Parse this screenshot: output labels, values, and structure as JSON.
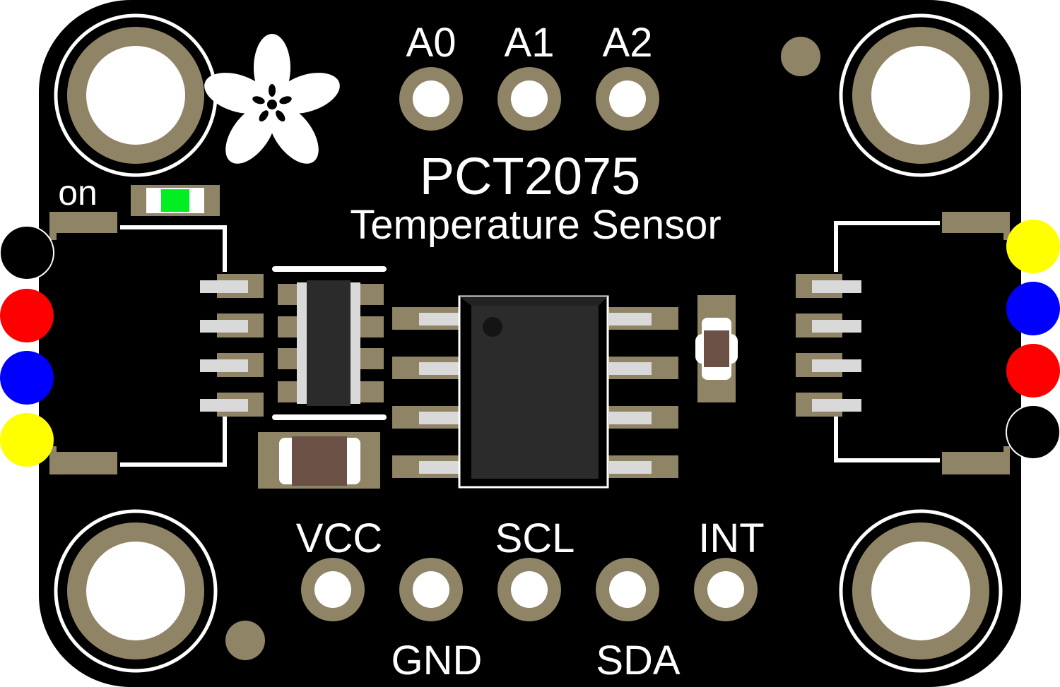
{
  "board": {
    "title": "PCT2075",
    "subtitle": "Temperature Sensor",
    "power_led_label": "on",
    "address_pins": [
      "A0",
      "A1",
      "A2"
    ],
    "header_pins_top": [
      "VCC",
      "SCL",
      "INT"
    ],
    "header_pins_bottom": [
      "GND",
      "SDA"
    ]
  },
  "colors": {
    "pcb": "#000000",
    "pad": "#8f8466",
    "silkscreen": "#ffffff",
    "chip_body": "#2b2b2b",
    "capacitor": "#6b5046",
    "led": "#00ee22",
    "wire_black": "#000000",
    "wire_red": "#ff0000",
    "wire_blue": "#0000ff",
    "wire_yellow": "#ffff00"
  },
  "connectors": {
    "left_wires": [
      "black",
      "red",
      "blue",
      "yellow"
    ],
    "right_wires": [
      "yellow",
      "blue",
      "red",
      "black"
    ]
  },
  "icons": {
    "logo": "adafruit-flower-icon"
  }
}
